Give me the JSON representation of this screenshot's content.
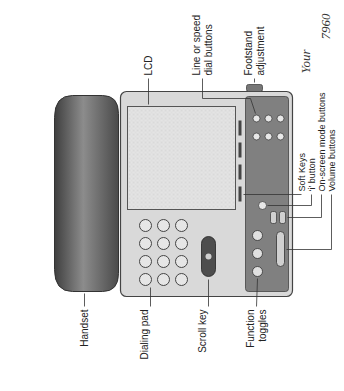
{
  "diagram": {
    "labels": [
      "7960",
      "Your",
      "Line or speed dial buttons",
      "LCD",
      "Footstand adjustment",
      "Soft Keys",
      "‘i’ button",
      "On-screen mode buttons",
      "Volume buttons",
      "Handset",
      "Dialing pad",
      "Scroll key",
      "Function toggles"
    ]
  }
}
